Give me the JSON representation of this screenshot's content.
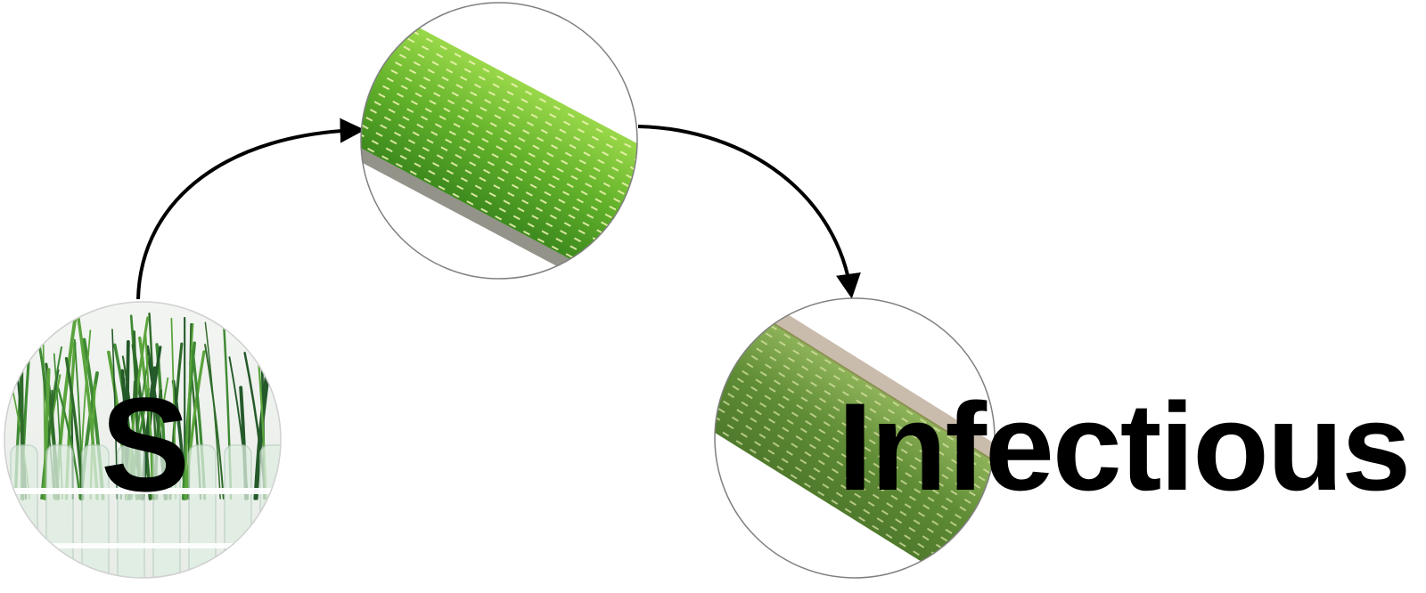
{
  "stages": [
    {
      "id": "seedlings",
      "label": "S"
    },
    {
      "id": "healthy-leaf",
      "label": ""
    },
    {
      "id": "infected-leaf",
      "label": "Infectious"
    }
  ],
  "colors": {
    "arrow": "#000000",
    "circle_border": "#808080",
    "grass_dark": "#2f6b2a",
    "grass_light": "#5aa43c",
    "leaf_bright": "#6fc12a",
    "leaf_infected": "#6c9a3a"
  }
}
